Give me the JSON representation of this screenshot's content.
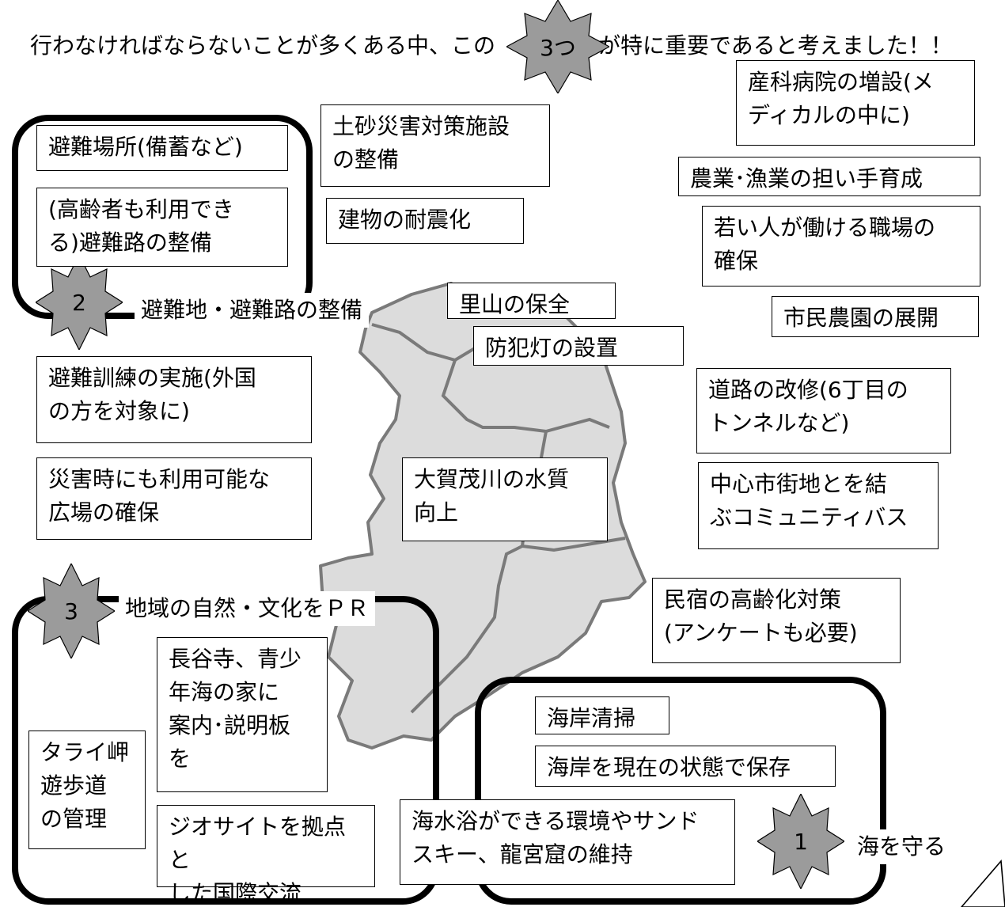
{
  "heading": {
    "before": "行わなければならないことが多くある中、この",
    "badge": "3つ",
    "after": "が特に重要であると考えました！！"
  },
  "groups": {
    "g1": {
      "number": "1",
      "title": "海を守る"
    },
    "g2": {
      "number": "2",
      "title": "避難地・避難路の整備"
    },
    "g3": {
      "number": "3",
      "title": "地域の自然・文化をＰＲ"
    }
  },
  "items": {
    "evac_place": "避難場所(備蓄など)",
    "evac_route": "(高齢者も利用でき\nる)避難路の整備",
    "sediment": "土砂災害対策施設\nの整備",
    "quake": "建物の耐震化",
    "maternity": "産科病院の増設(メ\nディカルの中に)",
    "farm_fish": "農業･漁業の担い手育成",
    "young_jobs": "若い人が働ける職場の\n確保",
    "satoyama": "里山の保全",
    "allotment": "市民農園の展開",
    "streetlight": "防犯灯の設置",
    "drill": "避難訓練の実施(外国\nの方を対象に)",
    "road": "道路の改修(6丁目の\nトンネルなど)",
    "plaza": "災害時にも利用可能な\n広場の確保",
    "river": "大賀茂川の水質\n向上",
    "bus": "中心市街地とを結\nぶコミュニティバス",
    "minshuku": "民宿の高齢化対策\n(アンケートも必要)",
    "temple": "長谷寺、青少\n年海の家に\n案内･説明板\nを",
    "tarai": "タライ岬\n遊歩道\nの管理",
    "geosite": "ジオサイトを拠点と\nした国際交流",
    "beach_clean": "海岸清掃",
    "coast_keep": "海岸を現在の状態で保存",
    "sea_bath": "海水浴ができる環境やサンド\nスキー、龍宮窟の維持"
  },
  "colors": {
    "map_fill": "#dcdcdc",
    "map_stroke": "#7a7a7a",
    "star_fill": "#9b9b9b"
  }
}
